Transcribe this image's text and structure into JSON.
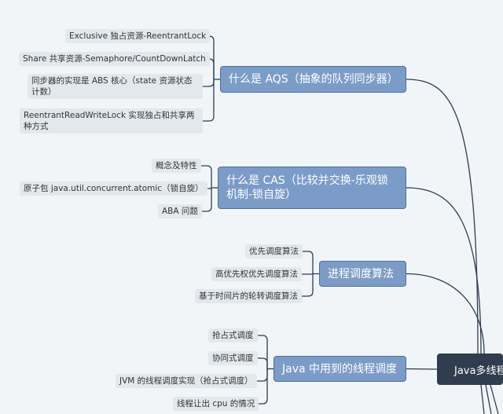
{
  "root": {
    "label": "Java多线程"
  },
  "topics": [
    {
      "label": "什么是 AQS（抽象的队列同步器）",
      "children": [
        "Exclusive 独占资源-ReentrantLock",
        "Share 共享资源-Semaphore/CountDownLatch",
        "同步器的实现是 ABS 核心（state 资源状态计数）",
        "ReentrantReadWriteLock 实现独占和共享两种方式"
      ]
    },
    {
      "label": "什么是 CAS（比较并交换-乐观锁机制-锁自旋）",
      "children": [
        "概念及特性",
        "原子包 java.util.concurrent.atomic（锁自旋）",
        "ABA 问题"
      ]
    },
    {
      "label": "进程调度算法",
      "children": [
        "优先调度算法",
        "高优先权优先调度算法",
        "基于时间片的轮转调度算法"
      ]
    },
    {
      "label": "Java 中用到的线程调度",
      "children": [
        "抢占式调度",
        "协同式调度",
        "JVM 的线程调度实现（抢占式调度）",
        "线程让出 cpu 的情况"
      ]
    }
  ]
}
